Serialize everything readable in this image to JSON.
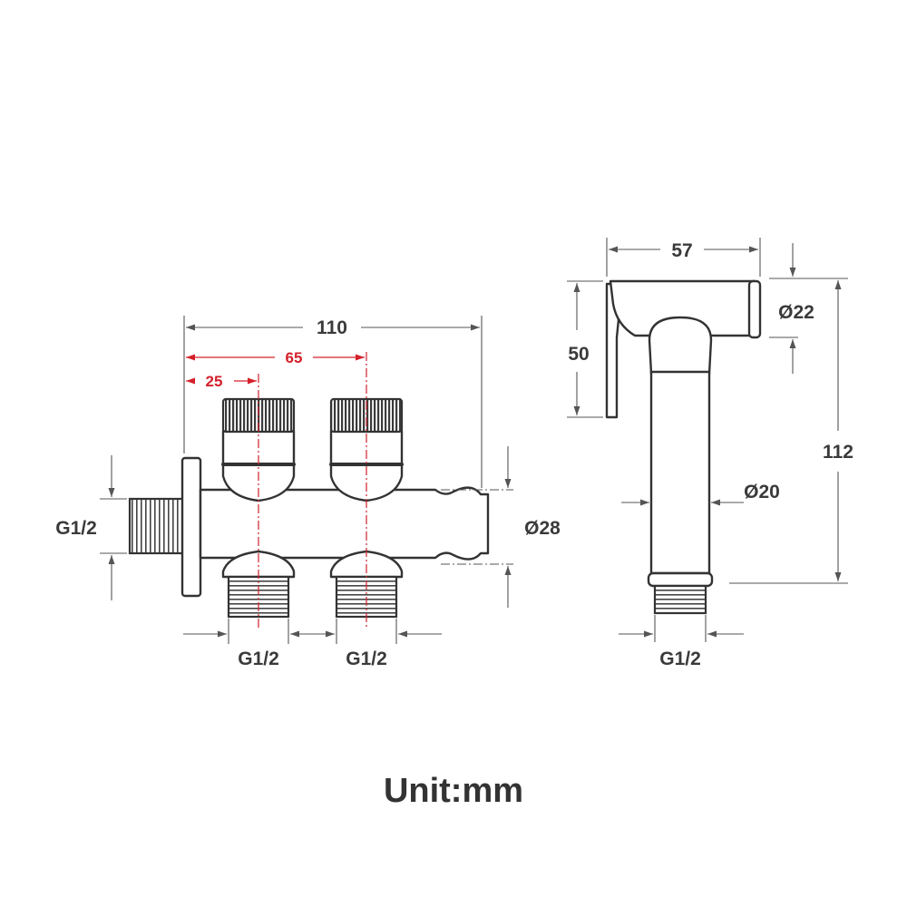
{
  "valve": {
    "total_length": "110",
    "center_distance": "65",
    "inlet_offset": "25",
    "inlet_thread": "G1/2",
    "outlet_thread_a": "G1/2",
    "outlet_thread_b": "G1/2",
    "body_diameter": "Ø28"
  },
  "sprayer": {
    "head_width": "57",
    "head_height": "50",
    "head_diameter": "Ø22",
    "total_height": "112",
    "handle_diameter": "Ø20",
    "connector_thread": "G1/2"
  },
  "unit_label": "Unit:mm",
  "colors": {
    "outline": "#333333",
    "highlight_dimension": "#d3202a"
  }
}
